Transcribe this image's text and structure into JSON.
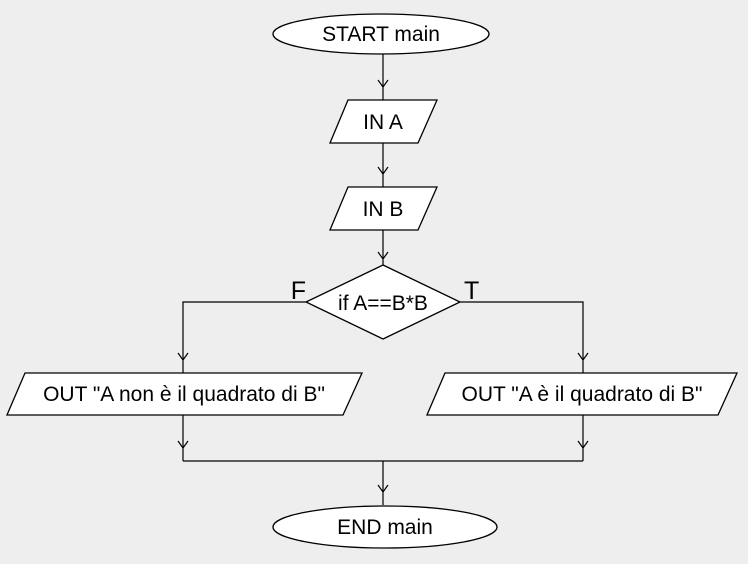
{
  "colors": {
    "background": "#eeeeee",
    "node_fill": "#ffffff",
    "line": "#000000",
    "text": "#000000"
  },
  "flowchart": {
    "start": "START main",
    "input_a": "IN A",
    "input_b": "IN B",
    "condition": "if A==B*B",
    "branch_false": "F",
    "branch_true": "T",
    "output_false": "OUT \"A non è il quadrato di B\"",
    "output_true": "OUT \"A è il quadrato di B\"",
    "end": "END main"
  }
}
